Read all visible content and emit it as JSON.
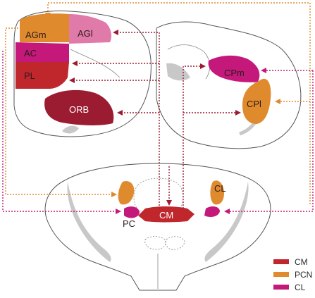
{
  "regions": {
    "agm": "AGm",
    "agl": "AGl",
    "ac": "AC",
    "pl": "PL",
    "orb": "ORB",
    "cpm": "CPm",
    "cpl": "CPl",
    "pc": "PC",
    "cm": "CM",
    "cl": "CL"
  },
  "legend": {
    "items": [
      {
        "label": "CM",
        "color": "#c0272d"
      },
      {
        "label": "PCN",
        "color": "#e08a2e"
      },
      {
        "label": "CL",
        "color": "#c4187a"
      }
    ]
  },
  "colors": {
    "cm": "#c0272d",
    "pcn": "#e08a2e",
    "cl": "#c4187a",
    "dark_red": "#9b1b30",
    "light_pink": "#e07aa8",
    "tissue_outline": "#555555",
    "ventricle_gray": "#c8c8c8"
  }
}
